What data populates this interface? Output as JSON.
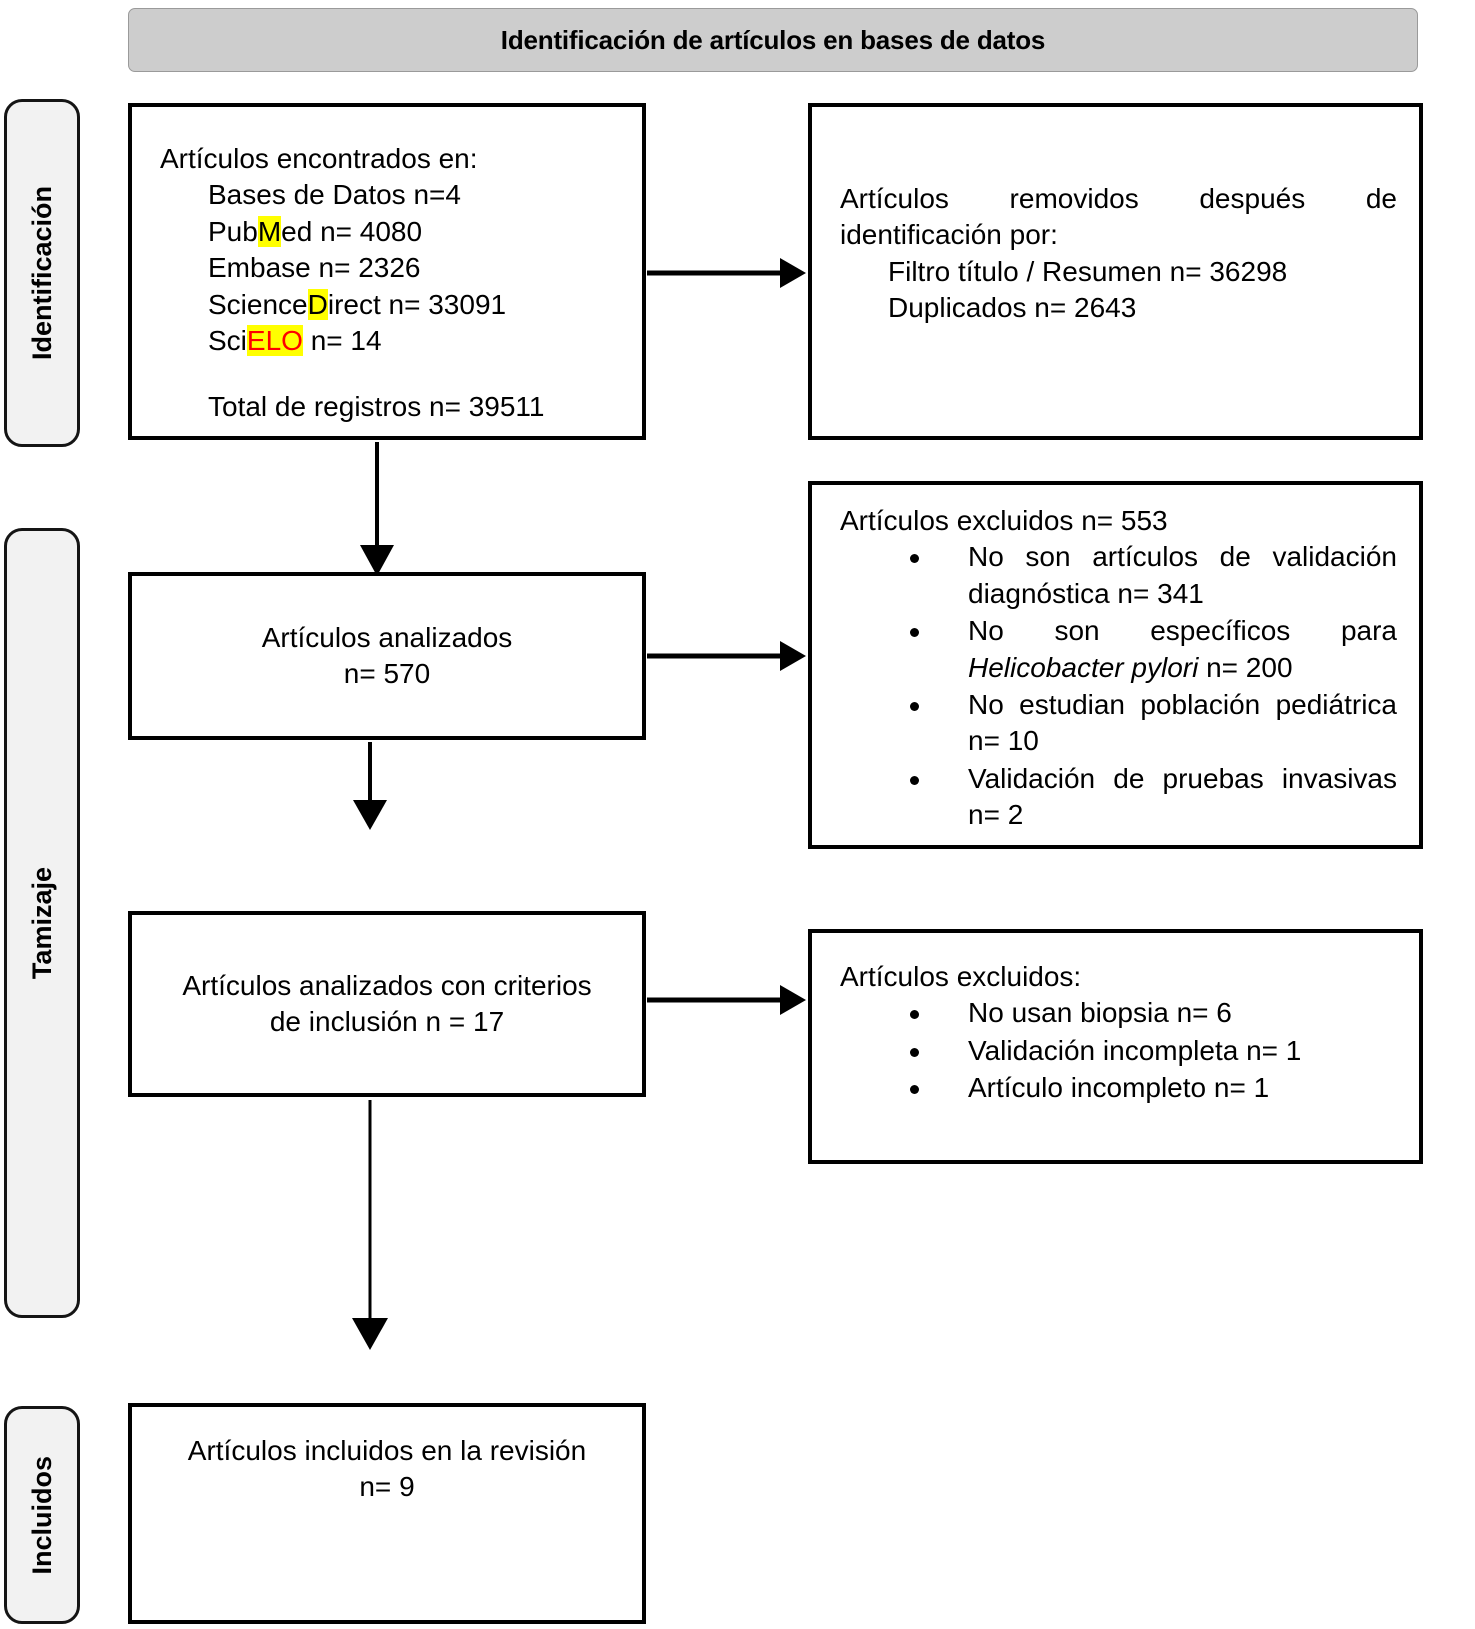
{
  "diagram": {
    "title": "Identificación de artículos en bases de datos",
    "type": "prisma-flow"
  },
  "stages": [
    {
      "id": "identificacion",
      "label": "Identificación"
    },
    {
      "id": "tamizaje",
      "label": "Tamizaje"
    },
    {
      "id": "incluidos",
      "label": "Incluidos"
    }
  ],
  "boxes": {
    "found": {
      "heading": "Artículos encontrados en:",
      "lines": [
        "Bases de Datos n=4",
        "PubMed n= 4080",
        "Embase n= 2326",
        "ScienceDirect n= 33091",
        "SciELO n= 14"
      ],
      "total": "Total de registros n= 39511",
      "highlight_parts": {
        "pubmed_pre": "Pub",
        "pubmed_hl": "M",
        "pubmed_post": "ed n= 4080",
        "embase": "Embase n= 2326",
        "sciencedirect_pre": "Science",
        "sciencedirect_hl": "D",
        "sciencedirect_post": "irect n= 33091",
        "scielo_pre": "Sci",
        "scielo_hl": "ELO",
        "scielo_post": " n= 14",
        "bases": "Bases de Datos n=4"
      }
    },
    "removed": {
      "heading": "Artículos removidos después de identificación por:",
      "lines": [
        "Filtro título / Resumen n= 36298",
        "Duplicados n= 2643"
      ]
    },
    "analyzed": {
      "line1": "Artículos analizados",
      "line2": "n= 570"
    },
    "excluded1": {
      "heading": "Artículos excluidos n= 553",
      "items": [
        {
          "pre": "No son artículos de validación diagnóstica n= 341",
          "italic": "",
          "post": ""
        },
        {
          "pre": "No son específicos para ",
          "italic": "Helicobacter pylori",
          "post": " n= 200"
        },
        {
          "pre": "No estudian población pediátrica n= 10",
          "italic": "",
          "post": ""
        },
        {
          "pre": "Validación de pruebas invasivas n= 2",
          "italic": "",
          "post": ""
        }
      ]
    },
    "criteria": {
      "line1": "Artículos analizados con criterios",
      "line2": "de inclusión n = 17"
    },
    "excluded2": {
      "heading": "Artículos excluidos:",
      "items": [
        "No usan biopsia n= 6",
        "Validación incompleta n= 1",
        "Artículo incompleto n= 1"
      ]
    },
    "included": {
      "line1": "Artículos incluidos en la revisión",
      "line2": "n= 9"
    }
  },
  "colors": {
    "highlight": "#ffff00",
    "highlight_text": "#ff0000",
    "banner_fill": "#cdcdcd",
    "stage_fill": "#f2f2f2",
    "stroke": "#000000"
  },
  "arrows": [
    {
      "name": "found-to-removed",
      "direction": "right"
    },
    {
      "name": "found-to-analyzed",
      "direction": "down"
    },
    {
      "name": "analyzed-to-excluded1",
      "direction": "right"
    },
    {
      "name": "analyzed-to-criteria",
      "direction": "down"
    },
    {
      "name": "criteria-to-excluded2",
      "direction": "right"
    },
    {
      "name": "criteria-to-included",
      "direction": "down"
    }
  ]
}
